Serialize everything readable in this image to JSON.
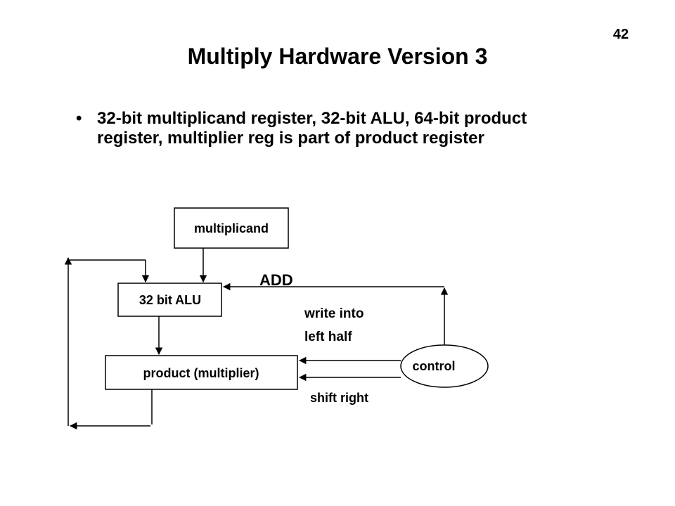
{
  "slide": {
    "page_number": "42",
    "title": "Multiply Hardware Version 3",
    "bullets": [
      {
        "marker": "•",
        "text": "32-bit multiplicand register, 32-bit ALU, 64-bit product register, multiplier reg is part of product register"
      }
    ]
  },
  "diagram": {
    "multiplicand_label": "multiplicand",
    "alu_label": "32 bit ALU",
    "product_label": "product (multiplier)",
    "control_label": "control",
    "add_label": "ADD",
    "write_label_line1": "write into",
    "write_label_line2": "left half",
    "shift_label": "shift right"
  }
}
